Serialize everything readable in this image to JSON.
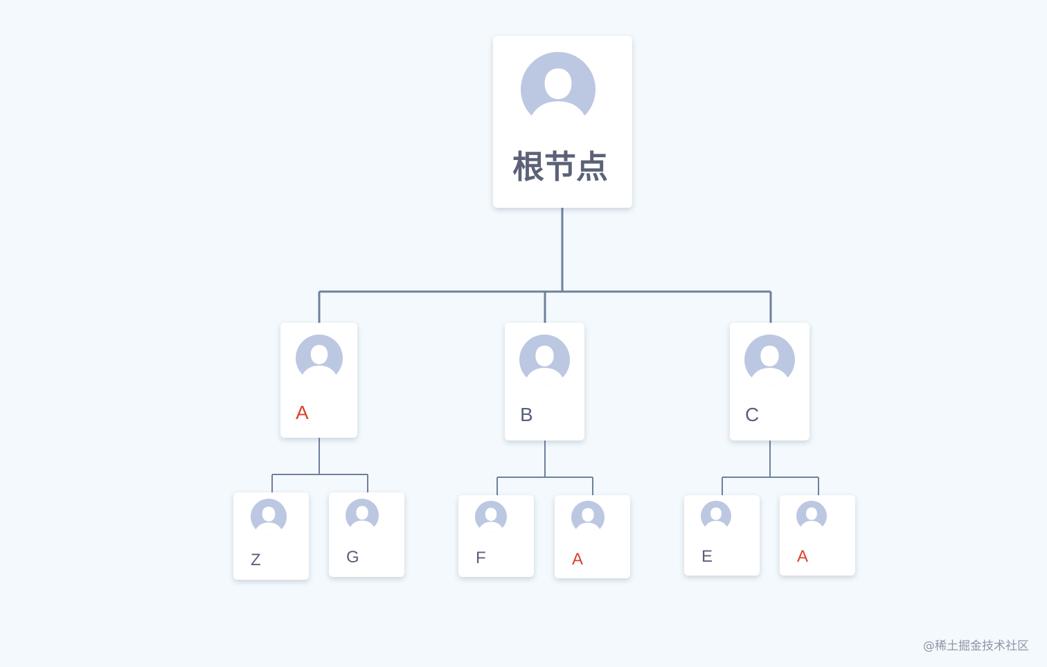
{
  "root": {
    "label": "根节点"
  },
  "children": [
    {
      "label": "A",
      "highlight": true,
      "children": [
        {
          "label": "Z",
          "highlight": false
        },
        {
          "label": "G",
          "highlight": false
        }
      ]
    },
    {
      "label": "B",
      "highlight": false,
      "children": [
        {
          "label": "F",
          "highlight": false
        },
        {
          "label": "A",
          "highlight": true
        }
      ]
    },
    {
      "label": "C",
      "highlight": false,
      "children": [
        {
          "label": "E",
          "highlight": false
        },
        {
          "label": "A",
          "highlight": true
        }
      ]
    }
  ],
  "colors": {
    "background": "#f3f9fc",
    "connector": "#6f7f9c",
    "avatar": "#bcc7e1",
    "label": "#58607a",
    "highlight": "#d9422b"
  },
  "watermark": "@稀土掘金技术社区"
}
